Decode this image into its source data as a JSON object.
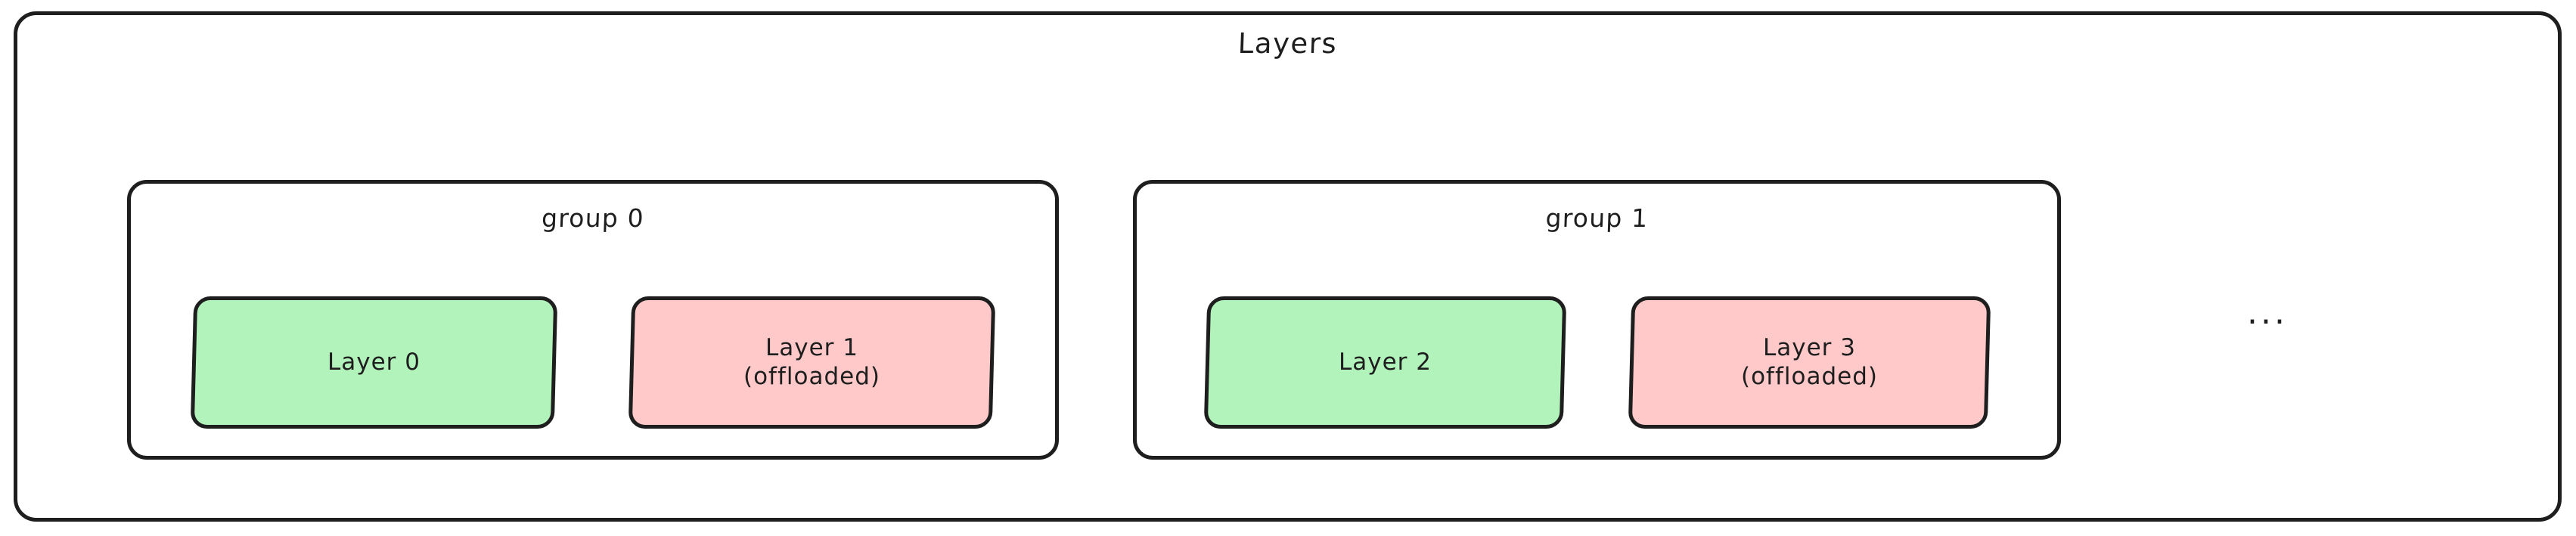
{
  "diagram": {
    "title": "Layers",
    "ellipsis": "...",
    "colors": {
      "stroke": "#1e1e1e",
      "background": "#ffffff",
      "resident_fill": "#b2f2bb",
      "offloaded_fill": "#ffc9c9"
    },
    "groups": [
      {
        "label": "group 0",
        "layers": [
          {
            "name": "Layer 0",
            "line1": "Layer 0",
            "line2": "",
            "state": "resident"
          },
          {
            "name": "Layer 1",
            "line1": "Layer 1",
            "line2": "(offloaded)",
            "state": "offloaded"
          }
        ]
      },
      {
        "label": "group 1",
        "layers": [
          {
            "name": "Layer 2",
            "line1": "Layer 2",
            "line2": "",
            "state": "resident"
          },
          {
            "name": "Layer 3",
            "line1": "Layer 3",
            "line2": "(offloaded)",
            "state": "offloaded"
          }
        ]
      }
    ]
  }
}
